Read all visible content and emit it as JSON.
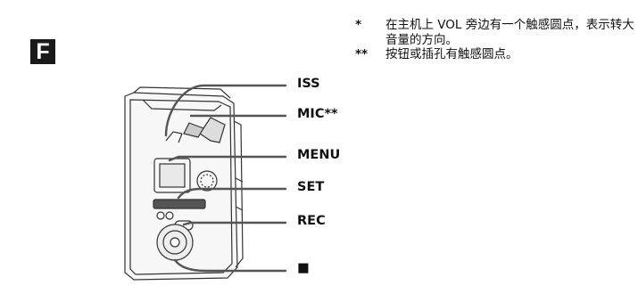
{
  "section_letter": "F",
  "notes": [
    {
      "mark": "*",
      "text": "在主机上 VOL 旁边有一个触感圆点，表示转大音量的方向。"
    },
    {
      "mark": "**",
      "text": "按钮或插孔有触感圆点。"
    }
  ],
  "labels": {
    "iss": "ISS",
    "mic": "MIC**",
    "menu": "MENU",
    "set": "SET",
    "rec": "REC",
    "stop": "■"
  }
}
